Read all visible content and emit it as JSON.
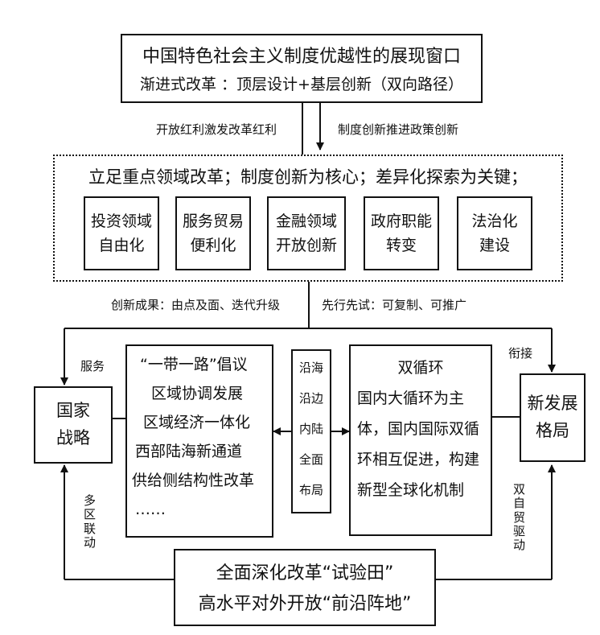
{
  "top_box": {
    "line1": "中国特色社会主义制度优越性的展现窗口",
    "line2": "渐进式改革 ：顶层设计+基层创新（双向路径）"
  },
  "arrow_labels": {
    "left": "开放红利激发改革红利",
    "right": "制度创新推进政策创新"
  },
  "middle_box": {
    "heading": "立足重点领域改革；制度创新为核心；差异化探索为关键；",
    "items": [
      {
        "l1": "投资领域",
        "l2": "自由化"
      },
      {
        "l1": "服务贸易",
        "l2": "便利化"
      },
      {
        "l1": "金融领域",
        "l2": "开放创新"
      },
      {
        "l1": "政府职能",
        "l2": "转变"
      },
      {
        "l1": "法治化",
        "l2": "建设"
      }
    ]
  },
  "below_middle": {
    "left": "创新成果：由点及面、迭代升级",
    "right": "先行先试：可复制、可推广"
  },
  "left_node": {
    "l1": "国家",
    "l2": "战略",
    "arrow_label": "服务"
  },
  "right_node": {
    "l1": "新发展",
    "l2": "格局",
    "arrow_label": "衔接"
  },
  "left_list": [
    "“一带一路”倡议",
    "区域协调发展",
    "区域经济一体化",
    "西部陆海新通道",
    "供给侧结构性改革",
    "……"
  ],
  "center_col": [
    "沿海",
    "沿边",
    "内陆",
    "全面",
    "布局"
  ],
  "right_panel": {
    "title": "双循环",
    "lines": [
      "国内大循环为主",
      "体，国内国际双循",
      "环相互促进，构建",
      "新型全球化机制"
    ]
  },
  "left_vertical": [
    "多",
    "区",
    "联",
    "动"
  ],
  "right_vertical": [
    "双",
    "自",
    "贸",
    "驱",
    "动"
  ],
  "bottom_box": {
    "line1": "全面深化改革“试验田”",
    "line2": "高水平对外开放“前沿阵地”"
  }
}
